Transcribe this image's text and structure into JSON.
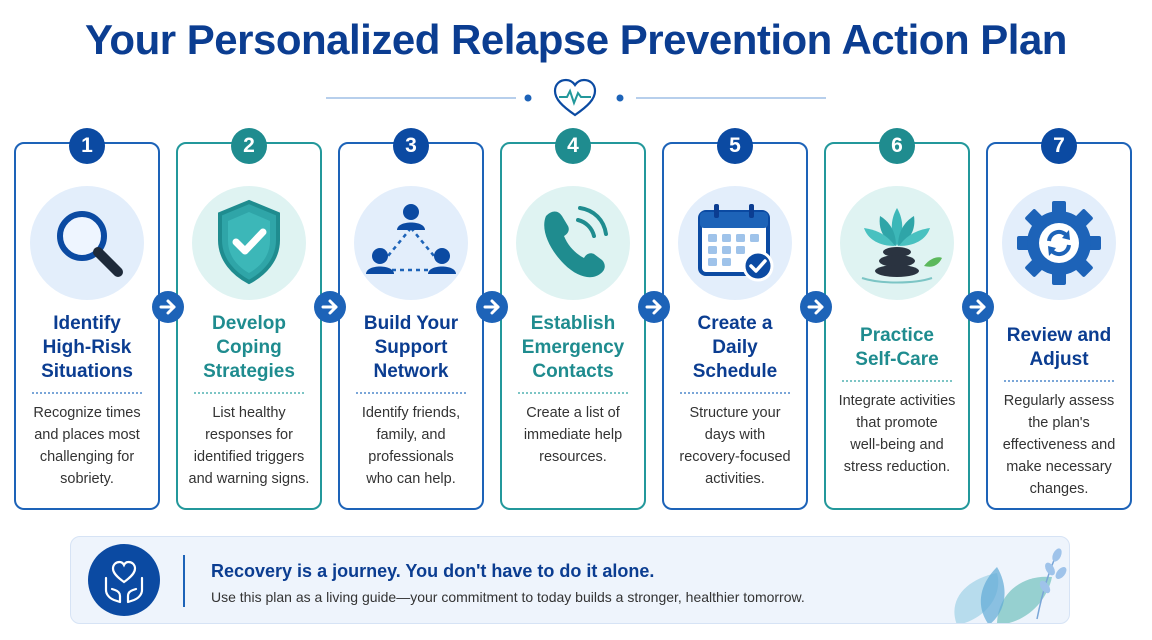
{
  "title": "Your Personalized Relapse Prevention Action Plan",
  "colors": {
    "navy": "#0b3d91",
    "blue": "#1d63b8",
    "teal": "#1f8c8f",
    "light_blue": "#e3eefb",
    "light_teal": "#dff3f2"
  },
  "steps": [
    {
      "number": "1",
      "accent": "blue",
      "icon": "magnifying-glass-icon",
      "title_lines": [
        "Identify",
        "High-Risk",
        "Situations"
      ],
      "desc_lines": [
        "Recognize times",
        "and places most",
        "challenging for",
        "sobriety."
      ]
    },
    {
      "number": "2",
      "accent": "teal",
      "icon": "shield-check-icon",
      "title_lines": [
        "Develop",
        "Coping",
        "Strategies"
      ],
      "desc_lines": [
        "List healthy",
        "responses for",
        "identified triggers",
        "and warning signs."
      ]
    },
    {
      "number": "3",
      "accent": "blue",
      "icon": "support-network-icon",
      "title_lines": [
        "Build Your",
        "Support",
        "Network"
      ],
      "desc_lines": [
        "Identify friends,",
        "family, and",
        "professionals",
        "who can help."
      ]
    },
    {
      "number": "4",
      "accent": "teal",
      "icon": "phone-icon",
      "title_lines": [
        "Establish",
        "Emergency",
        "Contacts"
      ],
      "desc_lines": [
        "Create a list of",
        "immediate help",
        "resources."
      ]
    },
    {
      "number": "5",
      "accent": "blue",
      "icon": "calendar-check-icon",
      "title_lines": [
        "Create a",
        "Daily",
        "Schedule"
      ],
      "desc_lines": [
        "Structure your",
        "days with",
        "recovery-focused",
        "activities."
      ]
    },
    {
      "number": "6",
      "accent": "teal",
      "icon": "lotus-stones-icon",
      "title_lines": [
        "Practice",
        "Self-Care"
      ],
      "desc_lines": [
        "Integrate activities",
        "that promote",
        "well-being and",
        "stress reduction."
      ]
    },
    {
      "number": "7",
      "accent": "blue",
      "icon": "gear-refresh-icon",
      "title_lines": [
        "Review and",
        "Adjust"
      ],
      "desc_lines": [
        "Regularly assess",
        "the plan's",
        "effectiveness and",
        "make necessary",
        "changes."
      ]
    }
  ],
  "banner": {
    "icon": "heart-hands-icon",
    "title": "Recovery is a journey. You don't have to do it alone.",
    "subtitle": "Use this plan as a living guide—your commitment to today builds a stronger, healthier tomorrow."
  }
}
